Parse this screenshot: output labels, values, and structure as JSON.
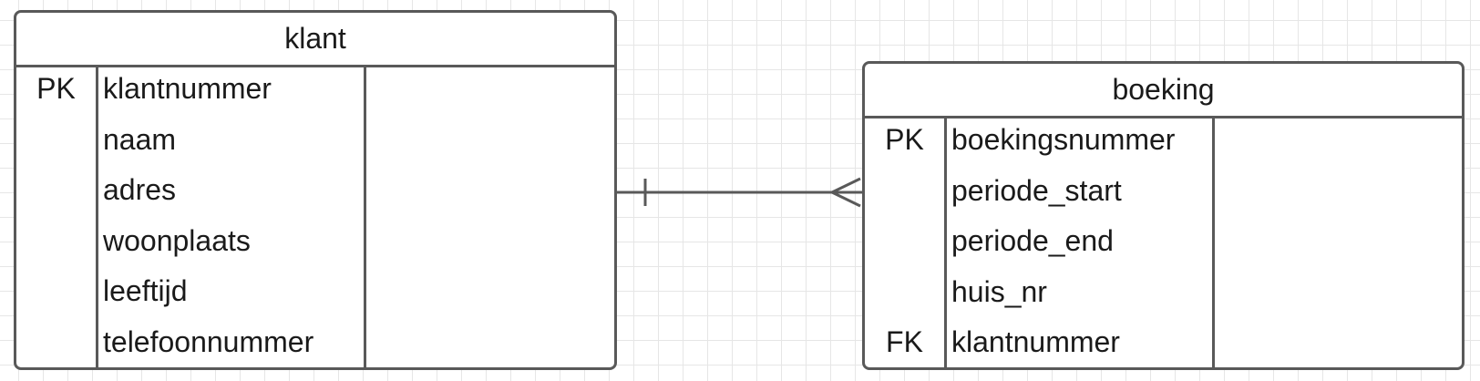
{
  "diagram": {
    "type": "entity-relationship",
    "entities": [
      {
        "title": "klant",
        "rows": [
          {
            "key": "PK",
            "field": "klantnummer",
            "extra": ""
          },
          {
            "key": "",
            "field": "naam",
            "extra": ""
          },
          {
            "key": "",
            "field": "adres",
            "extra": ""
          },
          {
            "key": "",
            "field": "woonplaats",
            "extra": ""
          },
          {
            "key": "",
            "field": "leeftijd",
            "extra": ""
          },
          {
            "key": "",
            "field": "telefoonnummer",
            "extra": ""
          }
        ]
      },
      {
        "title": "boeking",
        "rows": [
          {
            "key": "PK",
            "field": "boekingsnummer",
            "extra": ""
          },
          {
            "key": "",
            "field": "periode_start",
            "extra": ""
          },
          {
            "key": "",
            "field": "periode_end",
            "extra": ""
          },
          {
            "key": "",
            "field": "huis_nr",
            "extra": ""
          },
          {
            "key": "FK",
            "field": "klantnummer",
            "extra": ""
          }
        ]
      }
    ],
    "relationship": {
      "from": "klant",
      "to": "boeking",
      "from_cardinality": "one",
      "to_cardinality": "many"
    },
    "colors": {
      "line": "#595959",
      "grid": "#e6e6e6",
      "text": "#1a1a1a",
      "background": "#ffffff"
    }
  }
}
